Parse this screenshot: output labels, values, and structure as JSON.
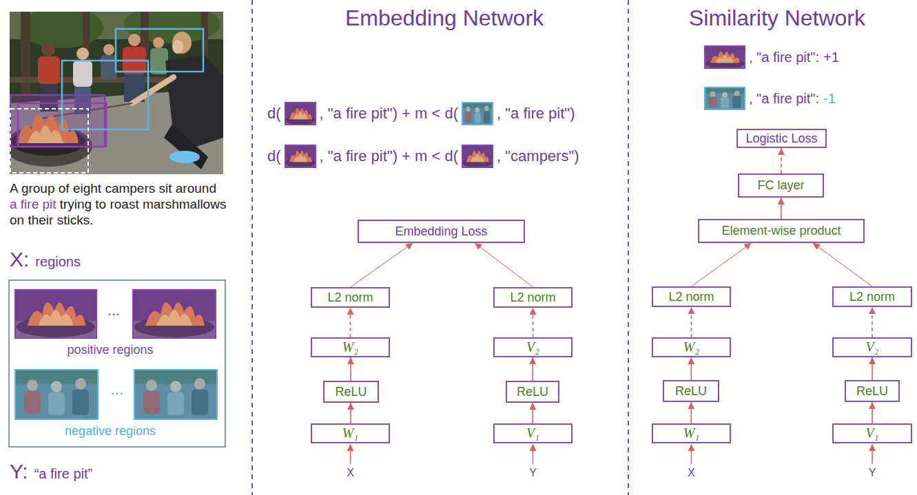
{
  "diagram": {
    "nodes": [
      {
        "text": [
          "...",
          "positive regions",
          "...",
          "negative regions"
        ]
      },
      {
        "text": [
          "Embedding Loss"
        ]
      },
      {
        "text": [
          "L2 norm"
        ]
      },
      {
        "text": [
          "L2 norm"
        ]
      },
      {
        "text": [
          "W₂"
        ]
      },
      {
        "text": [
          "V₂"
        ]
      },
      {
        "text": [
          "ReLU"
        ]
      },
      {
        "text": [
          "ReLU"
        ]
      },
      {
        "text": [
          "W₁"
        ]
      },
      {
        "text": [
          "V₁"
        ]
      },
      {
        "text": [
          "Logistic Loss"
        ]
      },
      {
        "text": [
          "FC layer"
        ]
      },
      {
        "text": [
          "Element-wise product"
        ]
      },
      {
        "text": [
          "L2 norm"
        ]
      },
      {
        "text": [
          "L2 norm"
        ]
      },
      {
        "text": [
          "W₂"
        ]
      },
      {
        "text": [
          "V₂"
        ]
      },
      {
        "text": [
          "ReLU"
        ]
      },
      {
        "text": [
          "ReLU"
        ]
      },
      {
        "text": [
          "W₁"
        ]
      },
      {
        "text": [
          "V₁"
        ]
      }
    ],
    "edges": [
      {
        "from": 8,
        "to": 6,
        "arrow": "to"
      },
      {
        "from": 6,
        "to": 4,
        "arrow": "to"
      },
      {
        "from": 4,
        "to": 2,
        "arrow": "to"
      },
      {
        "from": 2,
        "to": 1,
        "arrow": "to"
      },
      {
        "from": 9,
        "to": 7,
        "arrow": "to"
      },
      {
        "from": 7,
        "to": 5,
        "arrow": "to"
      },
      {
        "from": 5,
        "to": 3,
        "arrow": "to"
      },
      {
        "from": 3,
        "to": 1,
        "arrow": "to"
      },
      {
        "from": 19,
        "to": 17,
        "arrow": "to"
      },
      {
        "from": 17,
        "to": 15,
        "arrow": "to"
      },
      {
        "from": 15,
        "to": 13,
        "arrow": "to"
      },
      {
        "from": 13,
        "to": 12,
        "arrow": "to"
      },
      {
        "from": 20,
        "to": 18,
        "arrow": "to"
      },
      {
        "from": 18,
        "to": 16,
        "arrow": "to"
      },
      {
        "from": 16,
        "to": 14,
        "arrow": "to"
      },
      {
        "from": 14,
        "to": 12,
        "arrow": "to"
      },
      {
        "from": 12,
        "to": 11,
        "arrow": "to"
      },
      {
        "from": 11,
        "to": 10,
        "arrow": "to"
      }
    ],
    "labels": [
      "A group of eight campers sit around",
      "a fire pit",
      "trying to roast marshmallows on their sticks.",
      "X:",
      "regions",
      "Y:",
      "“a fire pit”",
      "Embedding Network",
      "d(",
      ", \"a fire pit\") + m < d(",
      ", \"a fire pit\")",
      "d(",
      ", \"a fire pit\") + m < d(",
      ", \"campers\")",
      "X",
      "Y",
      "Similarity Network",
      ", \"a fire pit\":",
      "+1",
      ", \"a fire pit\":",
      "-1",
      "X",
      "Y"
    ]
  }
}
